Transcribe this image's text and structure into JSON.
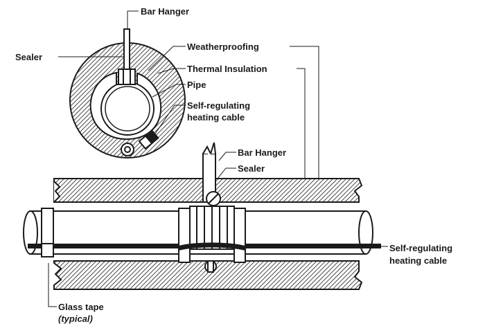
{
  "labels": {
    "bar_hanger_top": "Bar Hanger",
    "sealer_top": "Sealer",
    "weatherproofing": "Weatherproofing",
    "thermal_insulation": "Thermal Insulation",
    "pipe": "Pipe",
    "heating_cable_top_line1": "Self-regulating",
    "heating_cable_top_line2": "heating cable",
    "bar_hanger_side": "Bar Hanger",
    "sealer_side": "Sealer",
    "heating_cable_side_line1": "Self-regulating",
    "heating_cable_side_line2": "heating cable",
    "glass_tape": "Glass tape",
    "glass_tape_note": "(typical)"
  },
  "colors": {
    "ink": "#1a1a1a",
    "background": "#ffffff"
  }
}
